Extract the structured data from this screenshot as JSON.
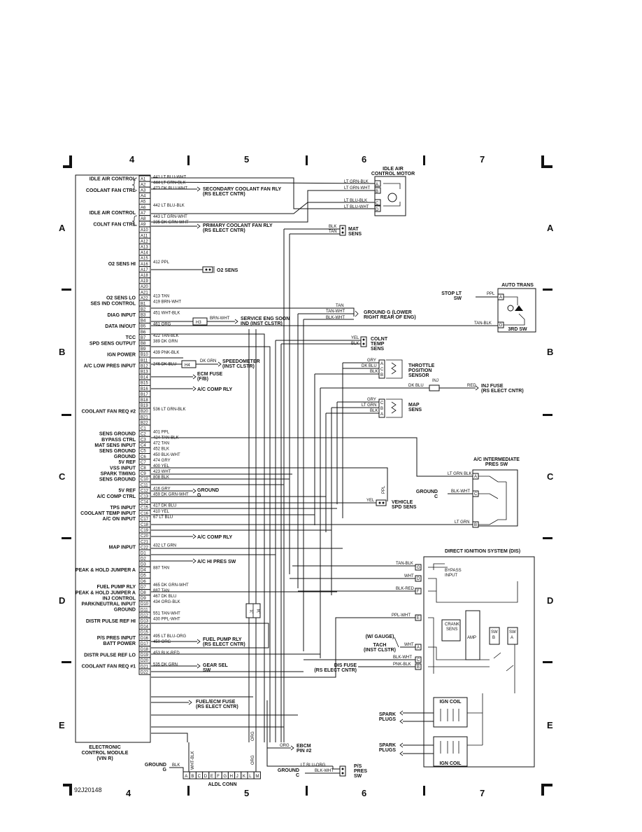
{
  "diagram_id": "92J20148",
  "grid": {
    "top_numbers": [
      "4",
      "5",
      "6",
      "7"
    ],
    "bottom_numbers": [
      "4",
      "5",
      "6",
      "7"
    ],
    "side_letters": [
      "A",
      "B",
      "C",
      "D",
      "E"
    ]
  },
  "ecm": {
    "title_line1": "ELECTRONIC",
    "title_line2": "CONTROL MODULE",
    "title_line3": "(VIN R)",
    "pins_a": [
      "A1",
      "A2",
      "A3",
      "A4",
      "A5",
      "A6",
      "A7",
      "A8",
      "A9",
      "A10",
      "A11",
      "A12",
      "A13",
      "A14",
      "A15",
      "A16",
      "A17",
      "A18",
      "A19",
      "A20",
      "A21",
      "A22"
    ],
    "pins_b": [
      "B1",
      "B2",
      "B3",
      "B4",
      "B5",
      "B6",
      "B7",
      "B8",
      "B9",
      "B10",
      "B11",
      "B12",
      "B13",
      "B14",
      "B15",
      "B16",
      "B17",
      "B18",
      "B19",
      "B20",
      "B21",
      "B22"
    ],
    "pins_c": [
      "C1",
      "C2",
      "C3",
      "C4",
      "C5",
      "C6",
      "C7",
      "C8",
      "C9",
      "C10",
      "C11",
      "C12",
      "C13",
      "C14",
      "C15",
      "C16",
      "C17",
      "C18",
      "C19",
      "C20",
      "C21",
      "C22"
    ],
    "pins_d": [
      "D1",
      "D2",
      "D3",
      "D4",
      "D5",
      "D6",
      "D7",
      "D8",
      "D9",
      "D10",
      "D11",
      "D12",
      "D13",
      "D14",
      "D15",
      "D16",
      "D17",
      "D18",
      "D19",
      "D20",
      "D21",
      "D22"
    ]
  },
  "functions": [
    {
      "pin": "A1",
      "label": "IDLE AIR CONTROL"
    },
    {
      "pin": "A3",
      "label": "COOLANT FAN CTRL"
    },
    {
      "pin": "A7",
      "label": "IDLE AIR CONTROL"
    },
    {
      "pin": "A9",
      "label": "COLNT FAN CTRL"
    },
    {
      "pin": "A16",
      "label": "O2 SENS HI"
    },
    {
      "pin": "A22",
      "label": "O2 SENS LO"
    },
    {
      "pin": "B1",
      "label": "SES IND CONTROL"
    },
    {
      "pin": "B3",
      "label": "DIAG INPUT"
    },
    {
      "pin": "B5",
      "label": "DATA IN/OUT"
    },
    {
      "pin": "B7",
      "label": "TCC"
    },
    {
      "pin": "B8",
      "label": "SPD SENS OUTPUT"
    },
    {
      "pin": "B10",
      "label": "IGN POWER"
    },
    {
      "pin": "B12",
      "label": "A/C LOW PRES INPUT"
    },
    {
      "pin": "B20",
      "label": "COOLANT FAN REQ #2"
    },
    {
      "pin": "C2",
      "label": "SENS GROUND"
    },
    {
      "pin": "C3",
      "label": "BYPASS CTRL"
    },
    {
      "pin": "C4",
      "label": "MAT SENS INPUT"
    },
    {
      "pin": "C5",
      "label": "SENS GROUND"
    },
    {
      "pin": "C6",
      "label": "GROUND"
    },
    {
      "pin": "C7",
      "label": "5V REF"
    },
    {
      "pin": "C8",
      "label": "VSS INPUT"
    },
    {
      "pin": "C9",
      "label": "SPARK TIMING"
    },
    {
      "pin": "C10",
      "label": "SENS GROUND"
    },
    {
      "pin": "C12",
      "label": "5V REF"
    },
    {
      "pin": "C13",
      "label": "A/C COMP CTRL"
    },
    {
      "pin": "C15",
      "label": "TPS INPUT"
    },
    {
      "pin": "C16",
      "label": "COOLANT TEMP INPUT"
    },
    {
      "pin": "C17",
      "label": "A/C ON INPUT"
    },
    {
      "pin": "C22",
      "label": "MAP INPUT"
    },
    {
      "pin": "D4",
      "label": "PEAK & HOLD JUMPER A"
    },
    {
      "pin": "D7",
      "label": "FUEL PUMP RLY"
    },
    {
      "pin": "D8",
      "label": "PEAK & HOLD JUMPER A"
    },
    {
      "pin": "D9",
      "label": "INJ CONTROL"
    },
    {
      "pin": "D10",
      "label": "PARK/NEUTRAL INPUT"
    },
    {
      "pin": "D11",
      "label": "GROUND"
    },
    {
      "pin": "D13",
      "label": "DISTR PULSE REF HI"
    },
    {
      "pin": "D16",
      "label": "P/S PRES INPUT"
    },
    {
      "pin": "D17",
      "label": "BATT POWER"
    },
    {
      "pin": "D19",
      "label": "DISTR PULSE REF LO"
    },
    {
      "pin": "D21",
      "label": "COOLANT FAN REQ #1"
    }
  ],
  "wires": [
    {
      "pin": "A1",
      "label": "441 LT BLU-WHT"
    },
    {
      "pin": "A2",
      "label": "444 LT GRN-BLK"
    },
    {
      "pin": "A3",
      "label": "473 DK BLU-WHT"
    },
    {
      "pin": "A6",
      "label": "442 LT BLU-BLK"
    },
    {
      "pin": "A8",
      "label": "443 LT GRN-WHT"
    },
    {
      "pin": "A9",
      "label": "335 DK GRN-WHT"
    },
    {
      "pin": "A16",
      "label": "412 PPL"
    },
    {
      "pin": "A22",
      "label": "413 TAN"
    },
    {
      "pin": "B1",
      "label": "419 BRN-WHT"
    },
    {
      "pin": "B3",
      "label": "451 WHT-BLK"
    },
    {
      "pin": "B5",
      "label": "461 ORG"
    },
    {
      "pin": "B7",
      "label": "422 TAN-BLK"
    },
    {
      "pin": "B8",
      "label": "389 DK GRN"
    },
    {
      "pin": "B10",
      "label": "439 PNK-BLK"
    },
    {
      "pin": "B12",
      "label": "246 DK BLU"
    },
    {
      "pin": "B20",
      "label": "536 LT GRN-BLK"
    },
    {
      "pin": "C2",
      "label": "401 PPL"
    },
    {
      "pin": "C3",
      "label": "424 TAN-BLK"
    },
    {
      "pin": "C4",
      "label": "472 TAN"
    },
    {
      "pin": "C5",
      "label": "452 BLK"
    },
    {
      "pin": "C6",
      "label": "450 BLK-WHT"
    },
    {
      "pin": "C7",
      "label": "474 GRY"
    },
    {
      "pin": "C8",
      "label": "400 YEL"
    },
    {
      "pin": "C9",
      "label": "423 WHT"
    },
    {
      "pin": "C10",
      "label": "808 BLK"
    },
    {
      "pin": "C12",
      "label": "416 GRY"
    },
    {
      "pin": "C13",
      "label": "459 DK GRN-WHT"
    },
    {
      "pin": "C15",
      "label": "417 DK BLU"
    },
    {
      "pin": "C16",
      "label": "410 YEL"
    },
    {
      "pin": "C17",
      "label": "67 LT BLU"
    },
    {
      "pin": "C22",
      "label": "432 LT GRN"
    },
    {
      "pin": "D4",
      "label": "887 TAN"
    },
    {
      "pin": "D7",
      "label": "465 DK GRN-WHT"
    },
    {
      "pin": "D8",
      "label": "887 TAN"
    },
    {
      "pin": "D9",
      "label": "467 DK BLU"
    },
    {
      "pin": "D10",
      "label": "434 ORG-BLK"
    },
    {
      "pin": "D12",
      "label": "551 TAN-WHT"
    },
    {
      "pin": "D13",
      "label": "430 PPL-WHT"
    },
    {
      "pin": "D16",
      "label": "495 LT BLU-ORG"
    },
    {
      "pin": "D17",
      "label": "450 ORG"
    },
    {
      "pin": "D19",
      "label": "453 BLK-RED"
    },
    {
      "pin": "D21",
      "label": "535 DK GRN"
    }
  ],
  "destinations": {
    "sec_fan_rly": [
      "SECONDARY COOLANT FAN RLY",
      "(RS ELECT CNTR)"
    ],
    "pri_fan_rly": [
      "PRIMARY COOLANT FAN RLY",
      "(RS ELECT CNTR)"
    ],
    "o2_sens": "O2 SENS",
    "ses_ind": [
      "SERVICE ENG SOON",
      "IND (INST CLSTR)"
    ],
    "h3": "H3",
    "h4": "H4",
    "h3_wire": "BRN-WHT",
    "h4_wire": "DK GRN",
    "speedometer": [
      "SPEEDOMETER",
      "(INST CLSTR)"
    ],
    "ecm_fuse": [
      "ECM FUSE",
      "(F/B)"
    ],
    "ac_comp_rly": "A/C COMP RLY",
    "ground_g": [
      "GROUND",
      "G"
    ],
    "fuel_pump_rly": [
      "FUEL PUMP RLY",
      "(RS ELECT CNTR)"
    ],
    "gear_sel": [
      "GEAR SEL",
      "SW"
    ],
    "fuel_ecm_fuse": [
      "FUEL/ECM FUSE",
      "(RS ELECT CNTR)"
    ],
    "ac_hi_pres": "A/C HI PRES SW",
    "ac_comp_rly2": "A/C COMP RLY",
    "j1": "J1",
    "j4": "J4"
  },
  "components": {
    "iac_motor": [
      "IDLE AIR",
      "CONTROL MOTOR"
    ],
    "iac_pins": [
      "A",
      "B",
      "C",
      "D"
    ],
    "iac_wires": [
      "LT GRN-BLK",
      "LT GRN-WHT",
      "LT BLU-BLK",
      "LT BLU-WHT"
    ],
    "mat_sens": [
      "MAT",
      "SENS"
    ],
    "mat_wires": [
      "BLK",
      "TAN"
    ],
    "auto_trans": "AUTO TRANS",
    "stop_lt": [
      "STOP LT",
      "SW"
    ],
    "stop_ppl": "PPL",
    "third_sw": "3RD SW",
    "trans_pins": [
      "A",
      "D"
    ],
    "trans_wire": "TAN-BLK",
    "ground_g_lower": [
      "GROUND G (LOWER",
      "RIGHT REAR OF ENG)"
    ],
    "ground_g_wires": [
      "TAN",
      "TAN-WHT",
      "BLK-WHT"
    ],
    "colnt_temp": [
      "COLNT",
      "TEMP",
      "SENS"
    ],
    "colnt_wires": [
      "YEL",
      "BLK"
    ],
    "tps": [
      "THROTTLE",
      "POSITION",
      "SENSOR"
    ],
    "tps_wires": [
      "GRY",
      "DK BLU",
      "BLK"
    ],
    "tps_pins": [
      "A",
      "C",
      "B"
    ],
    "inj": "INJ",
    "inj_fuse": [
      "INJ FUSE",
      "(RS ELECT CNTR)"
    ],
    "inj_wires": [
      "DK BLU",
      "RED"
    ],
    "map_sens": [
      "MAP",
      "SENS"
    ],
    "map_wires": [
      "GRY",
      "LT GRN",
      "BLK"
    ],
    "map_pins": [
      "C",
      "B",
      "A"
    ],
    "ac_int": [
      "A/C INTERMEDIATE",
      "PRES SW"
    ],
    "ac_int_wires": [
      "LT GRN BLK",
      "BLK-WHT",
      "LT GRN"
    ],
    "ac_int_pins": [
      "A",
      "C",
      "B"
    ],
    "ac_ground": [
      "GROUND",
      "C"
    ],
    "vss": [
      "VEHICLE",
      "SPD SENS"
    ],
    "vss_wires": [
      "YEL",
      "PPL"
    ],
    "dis": "DIRECT IGNITION SYSTEM (DIS)",
    "dis_wires": [
      "TAN-BLK",
      "WHT",
      "BLK-RED",
      "PPL-WHT",
      "WHT",
      "BLK-WHT",
      "PNK-BLK"
    ],
    "dis_pins": [
      "G",
      "D",
      "F",
      "E",
      "A",
      "C",
      "B"
    ],
    "bypass": [
      "BYPASS",
      "INPUT"
    ],
    "crank": [
      "CRANK",
      "SENS"
    ],
    "amp": "AMP",
    "sw_a": [
      "SW",
      "A"
    ],
    "sw_b": [
      "SW",
      "B"
    ],
    "tach": [
      "(W/ GAUGE)",
      "TACH",
      "(INST CLSTR)"
    ],
    "dis_fuse": [
      "DIS FUSE",
      "(RS ELECT CNTR)"
    ],
    "ign_coil": "IGN COIL",
    "spark_plugs": [
      "SPARK",
      "PLUGS"
    ],
    "aldl": "ALDL CONN",
    "aldl_pins": [
      "A",
      "B",
      "C",
      "D",
      "E",
      "F",
      "G",
      "H",
      "J",
      "K",
      "L",
      "M"
    ],
    "aldl_ground": [
      "GROUND",
      "G"
    ],
    "aldl_wires": [
      "BLK",
      "WHT-BLK",
      "ORG",
      "ORG"
    ],
    "ebcm": [
      "EBCM",
      "PIN #2"
    ],
    "ps_pres": [
      "P/S",
      "PRES",
      "SW"
    ],
    "ps_wires": [
      "LT BLU-ORG",
      "BLK-WHT"
    ],
    "ps_ground": [
      "GROUND",
      "C"
    ]
  }
}
